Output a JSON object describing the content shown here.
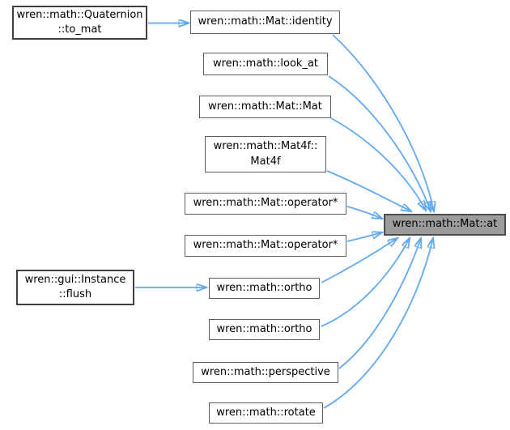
{
  "graph": {
    "type": "call-graph",
    "highlight_node": "wren::math::Mat::at",
    "colors": {
      "background": "#ffffff",
      "edge": "#61a9f1",
      "node_fill": "#ffffff",
      "node_border": "#5e5e5e",
      "caller_border": "#3f3f3f",
      "highlight_fill": "#9c9c9c",
      "highlight_border": "#4c4c4c",
      "text": "#000000"
    },
    "nodes": [
      {
        "id": "quaternion-to-mat",
        "label": "wren::math::Quaternion\n::to_mat"
      },
      {
        "id": "mat-identity",
        "label": "wren::math::Mat::identity"
      },
      {
        "id": "look-at",
        "label": "wren::math::look_at"
      },
      {
        "id": "mat-mat",
        "label": "wren::math::Mat::Mat"
      },
      {
        "id": "mat4f-mat4f",
        "label": "wren::math::Mat4f::\nMat4f"
      },
      {
        "id": "mat-operator-mul-1",
        "label": "wren::math::Mat::operator*"
      },
      {
        "id": "mat-operator-mul-2",
        "label": "wren::math::Mat::operator*"
      },
      {
        "id": "gui-instance-flush",
        "label": "wren::gui::Instance\n::flush"
      },
      {
        "id": "ortho-1",
        "label": "wren::math::ortho"
      },
      {
        "id": "ortho-2",
        "label": "wren::math::ortho"
      },
      {
        "id": "perspective",
        "label": "wren::math::perspective"
      },
      {
        "id": "rotate",
        "label": "wren::math::rotate"
      },
      {
        "id": "mat-at",
        "label": "wren::math::Mat::at"
      }
    ],
    "edges": [
      {
        "from": "wren::math::Quaternion::to_mat",
        "to": "wren::math::Mat::identity"
      },
      {
        "from": "wren::gui::Instance::flush",
        "to": "wren::math::ortho"
      },
      {
        "from": "wren::math::Mat::identity",
        "to": "wren::math::Mat::at"
      },
      {
        "from": "wren::math::look_at",
        "to": "wren::math::Mat::at"
      },
      {
        "from": "wren::math::Mat::Mat",
        "to": "wren::math::Mat::at"
      },
      {
        "from": "wren::math::Mat4f::Mat4f",
        "to": "wren::math::Mat::at"
      },
      {
        "from": "wren::math::Mat::operator* (1)",
        "to": "wren::math::Mat::at"
      },
      {
        "from": "wren::math::Mat::operator* (2)",
        "to": "wren::math::Mat::at"
      },
      {
        "from": "wren::math::ortho (1)",
        "to": "wren::math::Mat::at"
      },
      {
        "from": "wren::math::ortho (2)",
        "to": "wren::math::Mat::at"
      },
      {
        "from": "wren::math::perspective",
        "to": "wren::math::Mat::at"
      },
      {
        "from": "wren::math::rotate",
        "to": "wren::math::Mat::at"
      }
    ]
  }
}
